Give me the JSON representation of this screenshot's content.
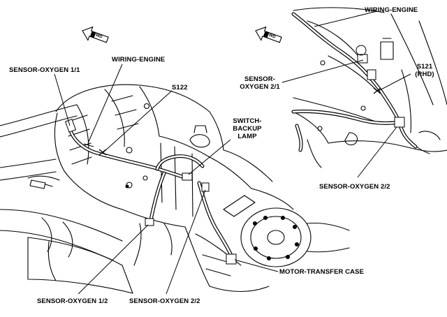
{
  "labels": {
    "sensor_oxygen_1_1": "SENSOR-OXYGEN 1/1",
    "wiring_engine_left": "WIRING-ENGINE",
    "s122": "S122",
    "switch_backup_lamp_line1": "SWITCH-",
    "switch_backup_lamp_line2": "BACKUP",
    "switch_backup_lamp_line3": "LAMP",
    "sensor_oxygen_1_2": "SENSOR-OXYGEN 1/2",
    "sensor_oxygen_2_2_left": "SENSOR-OXYGEN 2/2",
    "motor_transfer_case": "MOTOR-TRANSFER CASE",
    "wiring_engine_right": "WIRING-ENGINE",
    "sensor_oxygen_2_1_line1": "SENSOR-",
    "sensor_oxygen_2_1_line2": "OXYGEN 2/1",
    "s121_line1": "S121",
    "s121_line2": "(RHD)",
    "sensor_oxygen_2_2_right": "SENSOR-OXYGEN 2/2"
  },
  "direction_indicators": {
    "left_text": "FWD",
    "right_text": "FWD"
  }
}
